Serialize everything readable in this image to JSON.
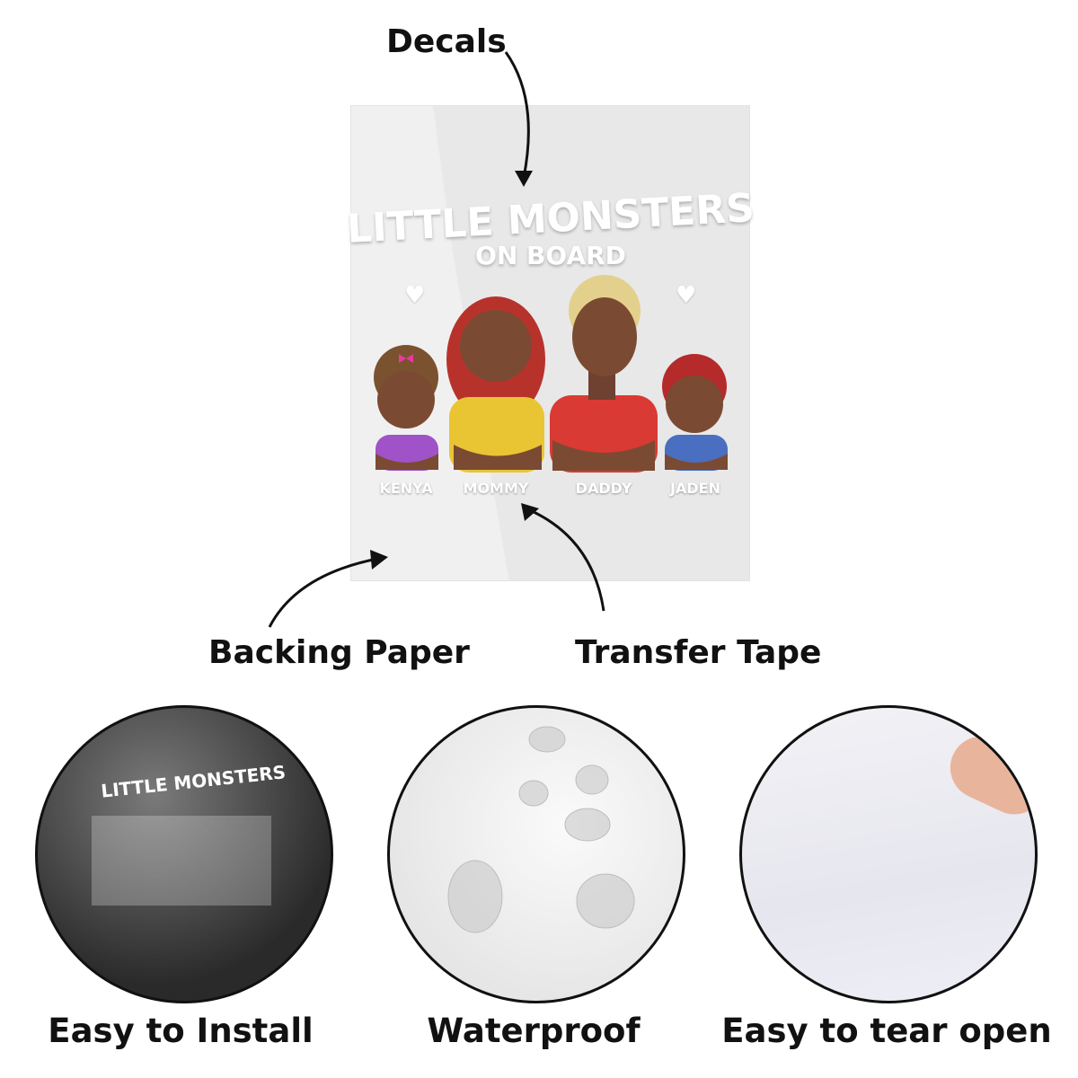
{
  "labels": {
    "decals": "Decals",
    "backing_paper": "Backing Paper",
    "transfer_tape": "Transfer Tape"
  },
  "decal": {
    "title_line1": "LITTLE MONSTERS",
    "title_line2": "ON BOARD",
    "members": [
      {
        "name": "KENYA",
        "shirt": "#a052c8"
      },
      {
        "name": "MOMMY",
        "shirt": "#e9c534"
      },
      {
        "name": "DADDY",
        "shirt": "#d93a33"
      },
      {
        "name": "JADEN",
        "shirt": "#4a6fc0"
      }
    ]
  },
  "features": [
    {
      "caption": "Easy to Install"
    },
    {
      "caption": "Waterproof"
    },
    {
      "caption": "Easy to tear open"
    }
  ]
}
